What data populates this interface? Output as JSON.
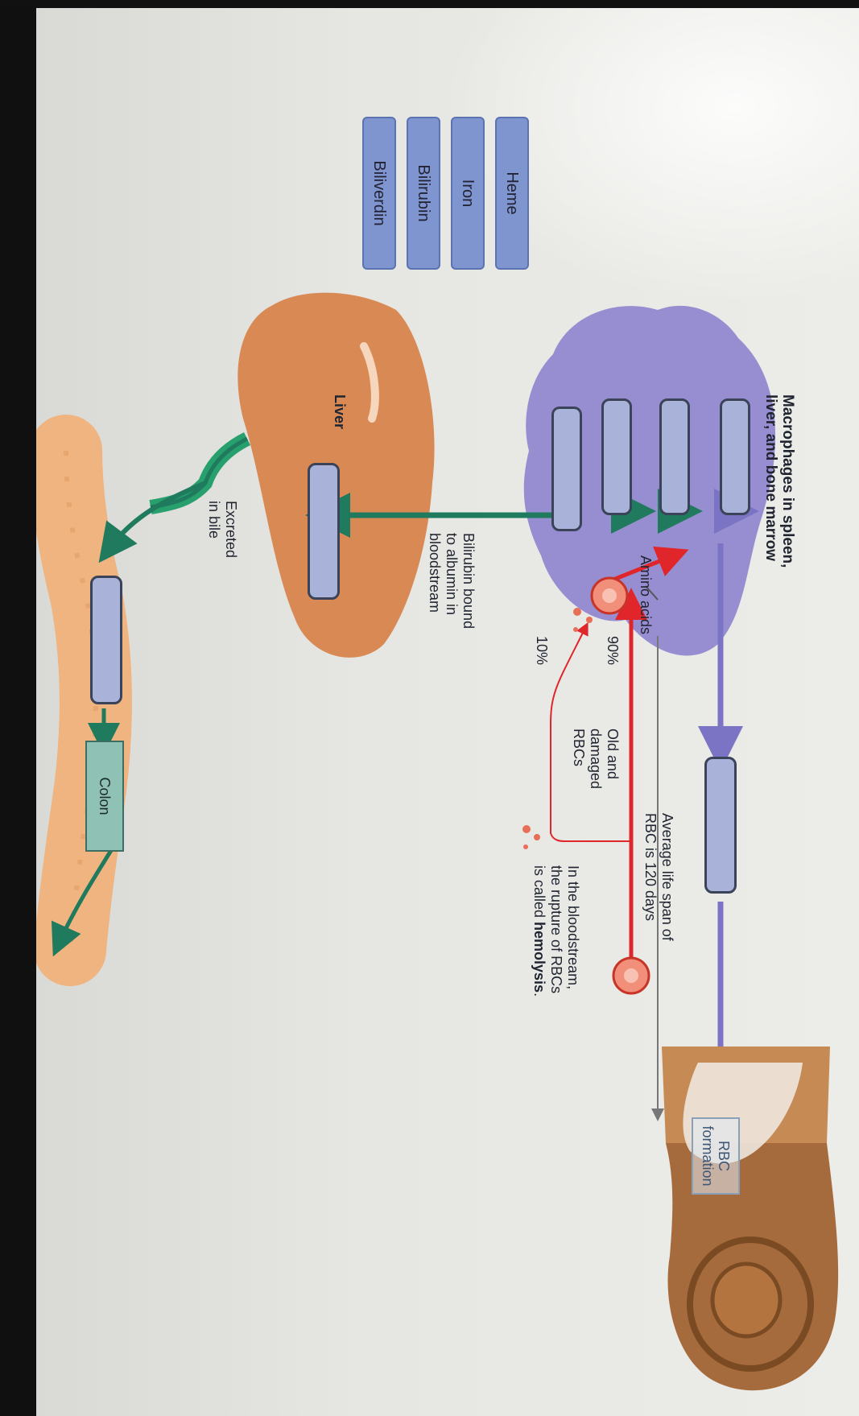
{
  "word_bank": [
    "Heme",
    "Iron",
    "Bilirubin",
    "Biliverdin"
  ],
  "labels": {
    "macrophages": "Macrophages in spleen,\nliver, and bone marrow",
    "amino_acids": "Amino acids",
    "pct90": "90%",
    "pct10": "10%",
    "old_damaged": "Old and\ndamaged\nRBCs",
    "lifespan": "Average life span of\nRBC is 120 days",
    "hemolysis_pre": "In the bloodstream,\nthe rupture of RBCs\nis called ",
    "hemolysis_word": "hemolysis",
    "hemolysis_end": ".",
    "rbc_formation": "RBC\nformation",
    "bilirubin_bound": "Bilirubin bound\nto albumin in\nbloodstream",
    "liver": "Liver",
    "excreted": "Excreted\nin bile",
    "colon": "Colon"
  },
  "colors": {
    "macrophage": "#8f86cf",
    "liver": "#d98a54",
    "intestine": "#efb47f",
    "bile": "#1f7a5e",
    "red": "#e0262a",
    "purple_arrow": "#7b74c4"
  }
}
